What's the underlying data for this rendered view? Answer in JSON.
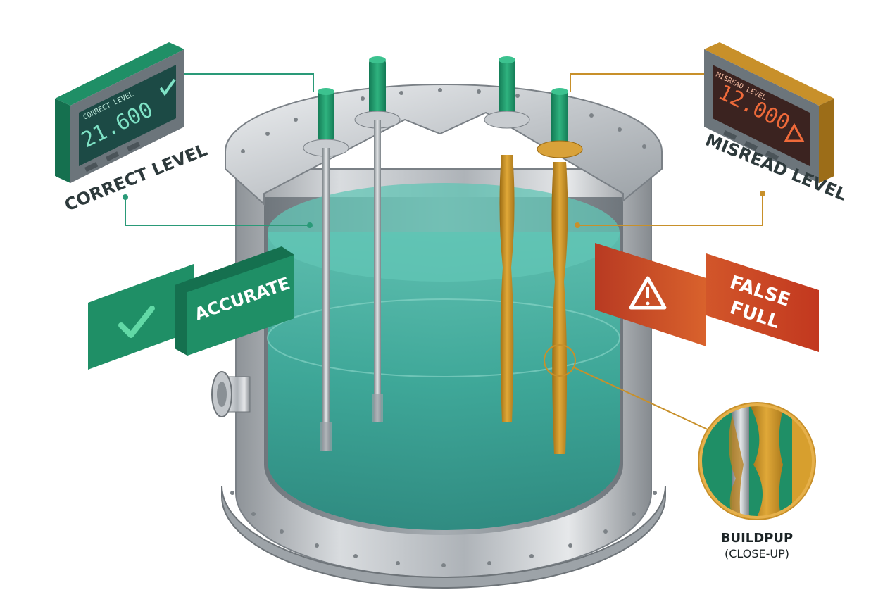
{
  "left_display": {
    "caption": "CORRECT LEVEL",
    "screen_label": "CORRECT LEVEL",
    "reading": "21.600",
    "status_icon": "check-icon",
    "accent_color": "#1f8f66"
  },
  "right_display": {
    "caption": "MISREAD LEVEL",
    "screen_label": "MISREAD LEVEL",
    "reading": "12.000",
    "status_icon": "warning-icon",
    "accent_color": "#c8902a"
  },
  "left_banner": {
    "label": "ACCURATE",
    "icon": "check-icon",
    "color": "#1f8f66"
  },
  "right_banner": {
    "label_line1": "FALSE",
    "label_line2": "FULL",
    "icon": "warning-icon",
    "color": "#c1452a"
  },
  "closeup": {
    "label": "BUILDPUP",
    "sublabel": "(CLOSE-UP)",
    "buildup_color": "#c98f22"
  },
  "colors": {
    "liquid": "#3aa898",
    "steel": "#b9bdc1",
    "probe_cap": "#1f8f66",
    "callout_green": "#2a9a78",
    "callout_gold": "#c8902a"
  }
}
